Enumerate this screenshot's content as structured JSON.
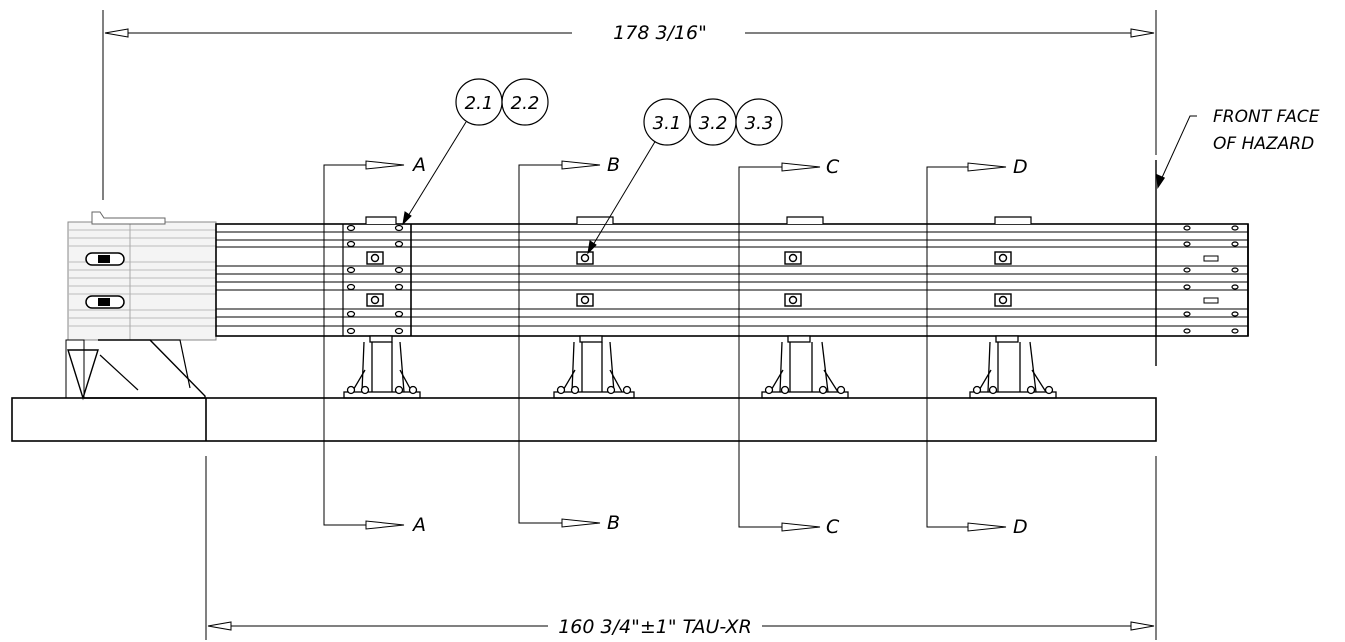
{
  "dimensions": {
    "overall": "178 3/16\"",
    "system": "160 3/4\"±1\" TAU-XR"
  },
  "sections": {
    "a": "A",
    "b": "B",
    "c": "C",
    "d": "D"
  },
  "callouts": {
    "group1": [
      "2.1",
      "2.2"
    ],
    "group2": [
      "3.1",
      "3.2",
      "3.3"
    ]
  },
  "note": {
    "line1": "FRONT FACE",
    "line2": "OF HAZARD"
  }
}
